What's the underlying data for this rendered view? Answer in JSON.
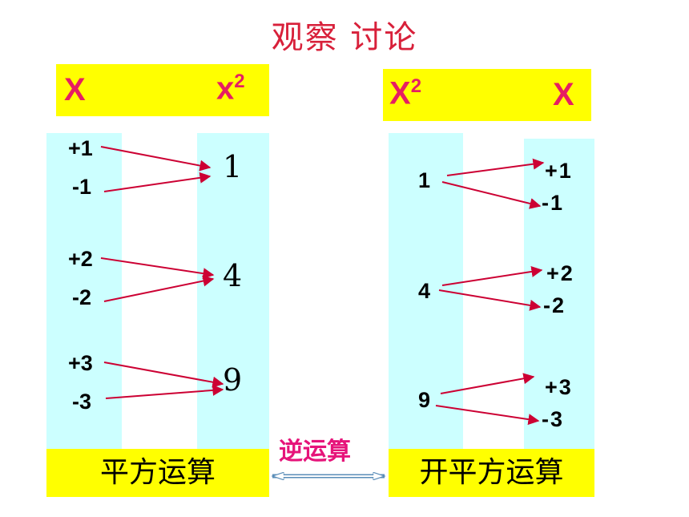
{
  "title": "观察   讨论",
  "left": {
    "header_x": "X",
    "header_sq_base": "x",
    "header_sq_exp": "2",
    "inputs": [
      "+1",
      "-1",
      "+2",
      "-2",
      "+3",
      "-3"
    ],
    "outputs": [
      "1",
      "4",
      "9"
    ],
    "operation": "平方运算"
  },
  "right": {
    "header_sq_base": "X",
    "header_sq_exp": "2",
    "header_x": "X",
    "inputs": [
      "1",
      "4",
      "9"
    ],
    "outputs": [
      "+1",
      "-1",
      "+2",
      "-2",
      "+3",
      "-3"
    ],
    "operation": "开平方运算"
  },
  "inverse_label": "逆运算",
  "colors": {
    "title": "#d8203a",
    "header": "#e61e62",
    "arrow": "#cc0033",
    "yellow": "#ffff00",
    "cyan": "#ccffff",
    "inverse": "#e6147a"
  }
}
